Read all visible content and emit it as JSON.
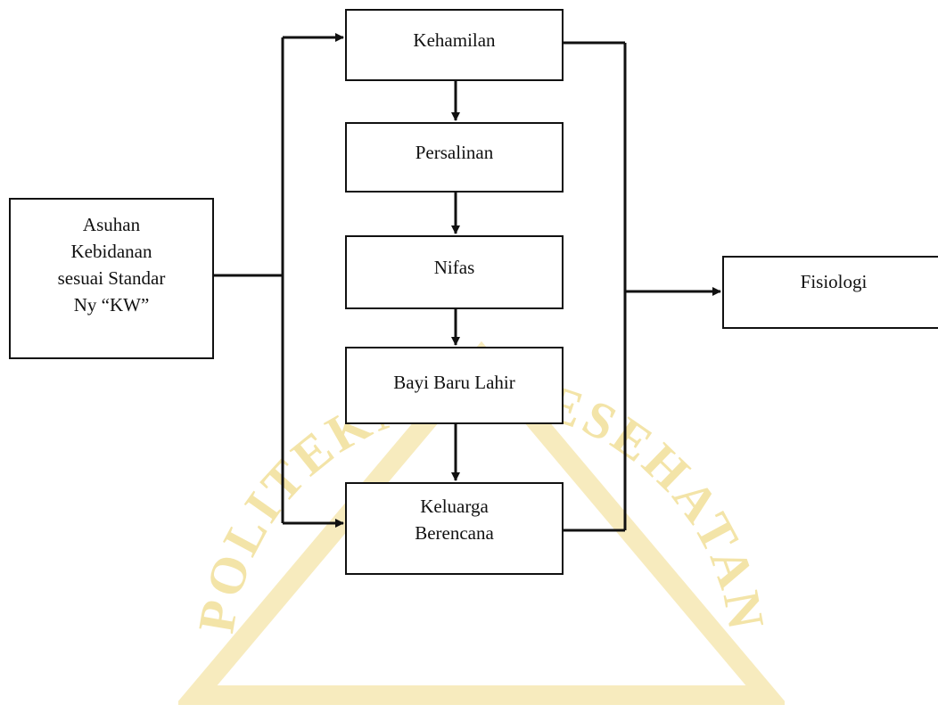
{
  "diagram": {
    "nodes": {
      "asuhan": [
        "Asuhan",
        "Kebidanan",
        "sesuai Standar",
        "Ny “KW”"
      ],
      "kehamilan": "Kehamilan",
      "persalinan": "Persalinan",
      "nifas": "Nifas",
      "bayi": "Bayi Baru Lahir",
      "kb": [
        "Keluarga",
        "Berencana"
      ],
      "fisiologi": "Fisiologi"
    },
    "edges": [
      {
        "from": "asuhan",
        "to": "kehamilan"
      },
      {
        "from": "asuhan",
        "to": "kb"
      },
      {
        "from": "kehamilan",
        "to": "persalinan"
      },
      {
        "from": "persalinan",
        "to": "nifas"
      },
      {
        "from": "nifas",
        "to": "bayi"
      },
      {
        "from": "bayi",
        "to": "kb"
      },
      {
        "from": "kehamilan",
        "to": "fisiologi"
      },
      {
        "from": "kb",
        "to": "fisiologi"
      }
    ],
    "watermark_text": "POLITEKNIK KESEHATAN",
    "colors": {
      "line": "#111111",
      "watermark": "#f0dc8c"
    }
  }
}
